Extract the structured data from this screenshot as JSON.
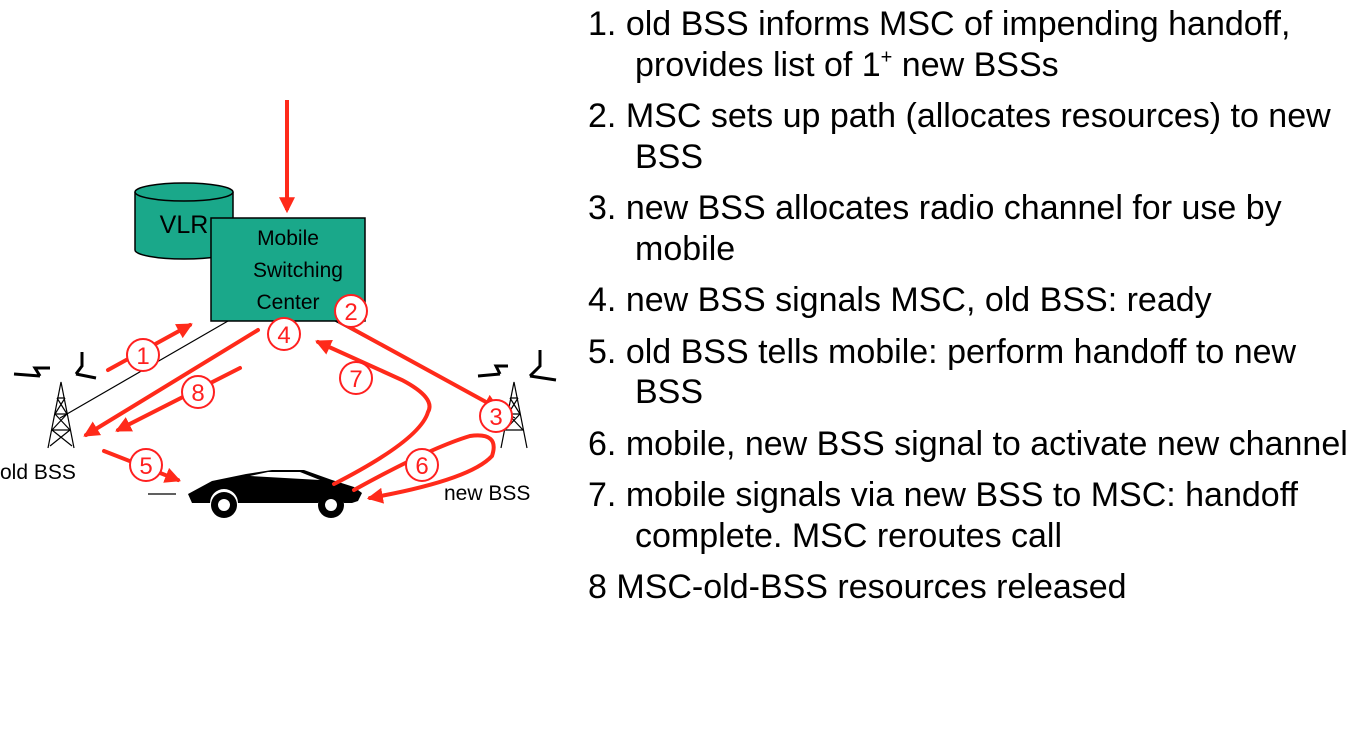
{
  "diagram": {
    "vlr_label": "VLR",
    "msc_label_lines": [
      "Mobile",
      "Switching",
      "Center"
    ],
    "old_bss_label": "old BSS",
    "new_bss_label": "new BSS",
    "step_markers": [
      "1",
      "2",
      "3",
      "4",
      "5",
      "6",
      "7",
      "8"
    ],
    "colors": {
      "arrow": "#ff2a1a",
      "marker": "#ff2020",
      "msc_fill": "#1aa88a",
      "vlr_fill": "#1aa88a"
    }
  },
  "steps": [
    {
      "number": "1.",
      "text_before_sup": "old BSS informs MSC of impending handoff, provides list of 1",
      "sup": "+",
      "text_after_sup": " new BSSs"
    },
    {
      "number": "2.",
      "text": "MSC sets up path (allocates resources) to new BSS"
    },
    {
      "number": "3.",
      "text": "new BSS allocates radio channel for use by mobile"
    },
    {
      "number": "4.",
      "text": "new BSS signals MSC, old BSS: ready"
    },
    {
      "number": "5.",
      "text": "old BSS tells mobile: perform handoff to new BSS"
    },
    {
      "number": "6.",
      "text": "mobile, new BSS signal to activate new channel"
    },
    {
      "number": "7.",
      "text": "mobile signals via new BSS to MSC: handoff complete.  MSC reroutes call"
    },
    {
      "number": "8",
      "text": "MSC-old-BSS resources released"
    }
  ]
}
